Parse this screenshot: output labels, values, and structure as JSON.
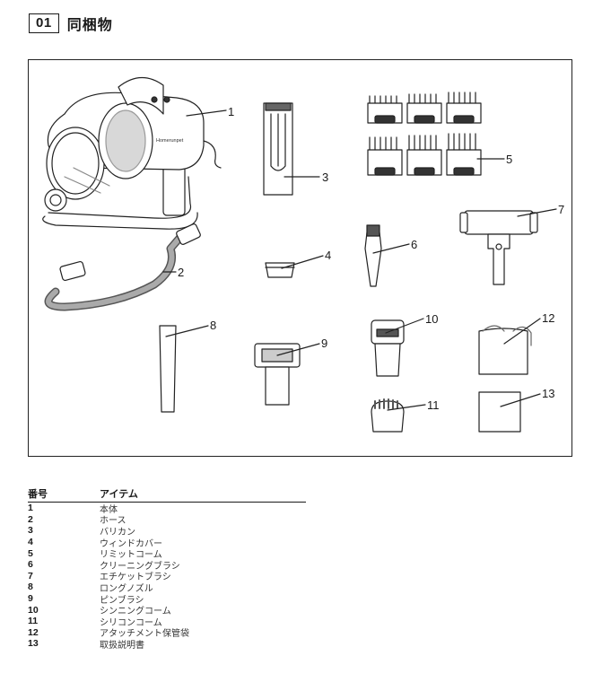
{
  "header": {
    "number": "01",
    "title": "同梱物"
  },
  "figure": {
    "callouts": [
      "1",
      "2",
      "3",
      "4",
      "5",
      "6",
      "7",
      "8",
      "9",
      "10",
      "11",
      "12",
      "13"
    ],
    "product_logo": "Homerunpet"
  },
  "table": {
    "col_no": "番号",
    "col_item": "アイテム",
    "rows": [
      {
        "no": "1",
        "name": "本体"
      },
      {
        "no": "2",
        "name": "ホース"
      },
      {
        "no": "3",
        "name": "バリカン"
      },
      {
        "no": "4",
        "name": "ウィンドカバー"
      },
      {
        "no": "5",
        "name": "リミットコーム"
      },
      {
        "no": "6",
        "name": "クリーニングブラシ"
      },
      {
        "no": "7",
        "name": "エチケットブラシ"
      },
      {
        "no": "8",
        "name": "ロングノズル"
      },
      {
        "no": "9",
        "name": "ピンブラシ"
      },
      {
        "no": "10",
        "name": "シンニングコーム"
      },
      {
        "no": "11",
        "name": "シリコンコーム"
      },
      {
        "no": "12",
        "name": "アタッチメント保管袋"
      },
      {
        "no": "13",
        "name": "取扱説明書"
      }
    ]
  }
}
